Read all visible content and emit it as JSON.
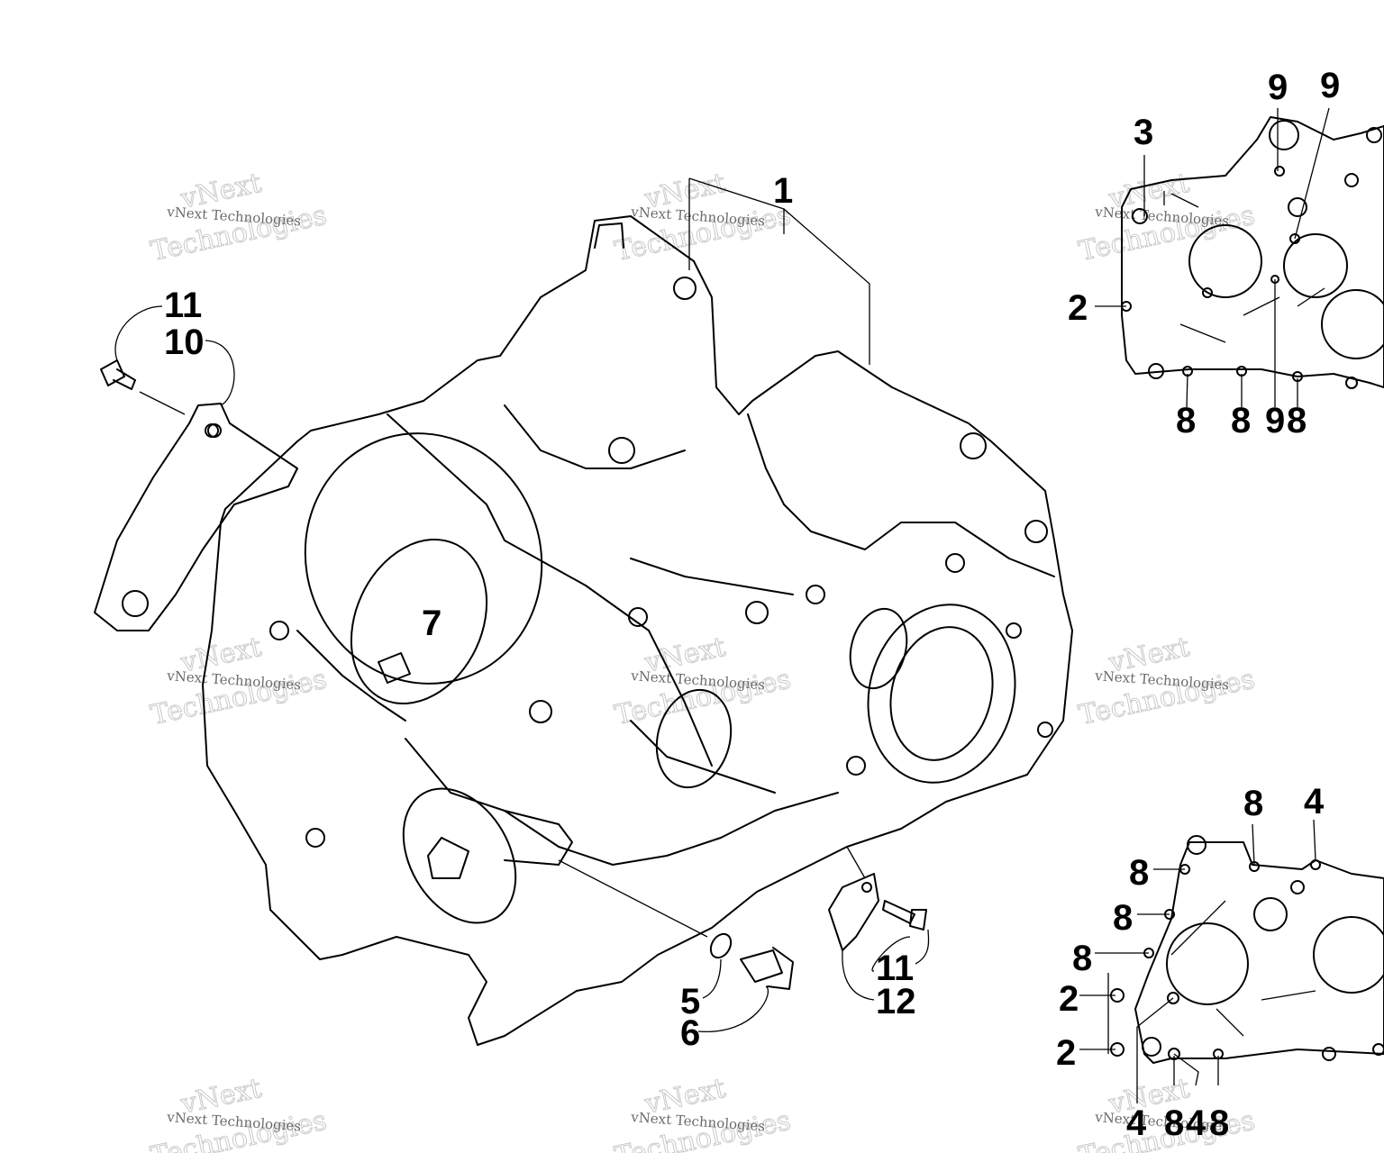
{
  "diagram": {
    "callouts": {
      "c_1": "1",
      "c_11a": "11",
      "c_10": "10",
      "c_7": "7",
      "c_5": "5",
      "c_6": "6",
      "c_11b": "11",
      "c_12": "12",
      "tr_3": "3",
      "tr_9a": "9",
      "tr_9b": "9",
      "tr_2": "2",
      "tr_8a": "8",
      "tr_8b": "8",
      "tr_9c": "9",
      "tr_8c": "8",
      "br_8a": "8",
      "br_4a": "4",
      "br_8b": "8",
      "br_8c": "8",
      "br_8d": "8",
      "br_2a": "2",
      "br_2b": "2",
      "br_4b": "4",
      "br_8e": "8",
      "br_4c": "4",
      "br_8f": "8"
    },
    "watermark": {
      "small": "vNext Technologies",
      "big_1": "vNext",
      "big_2": "Technologies"
    }
  }
}
